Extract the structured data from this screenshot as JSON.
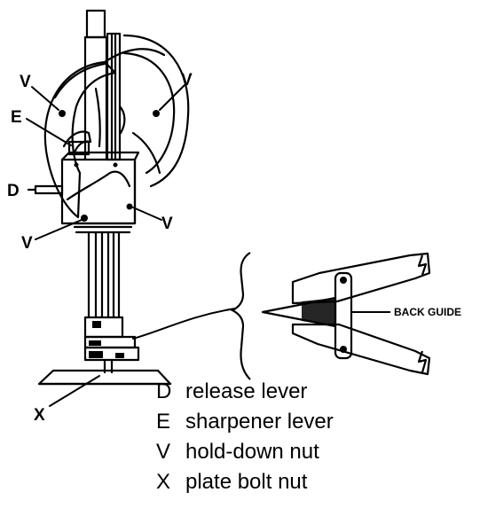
{
  "callouts": {
    "v_left": "V",
    "v_right": "V",
    "v_mid_right": "V",
    "v_low_left": "V",
    "e": "E",
    "d": "D",
    "x": "X"
  },
  "inset": {
    "label": "BACK GUIDE"
  },
  "legend": [
    {
      "key": "D",
      "text": "release lever"
    },
    {
      "key": "E",
      "text": "sharpener lever"
    },
    {
      "key": "V",
      "text": "hold-down nut"
    },
    {
      "key": "X",
      "text": "plate bolt nut"
    }
  ],
  "colors": {
    "ink": "#000000",
    "background": "#ffffff"
  }
}
